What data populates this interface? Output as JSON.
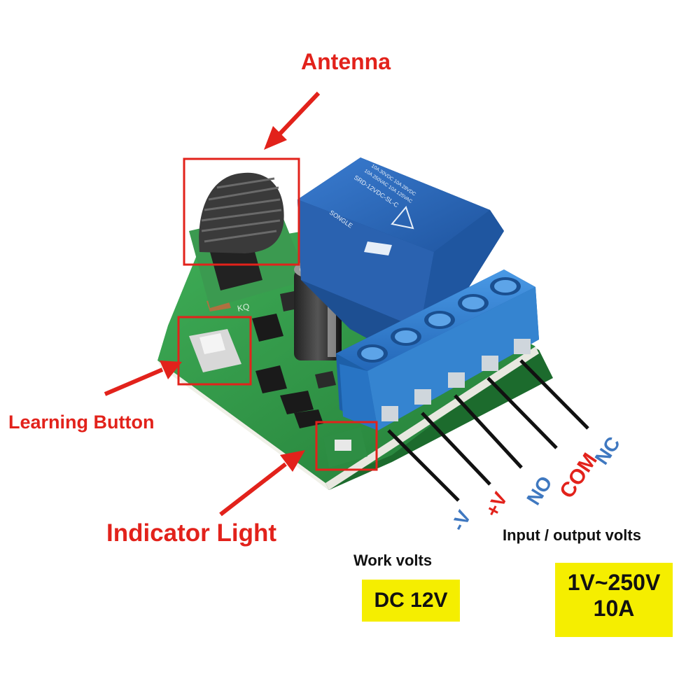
{
  "callouts": {
    "antenna": "Antenna",
    "learning_button": "Learning Button",
    "indicator_light": "Indicator Light"
  },
  "terminals": {
    "minus_v": "-V",
    "plus_v": "+V",
    "no": "NO",
    "com": "COM",
    "nc": "NC"
  },
  "power": {
    "work_label": "Work volts",
    "work_value": "DC 12V",
    "io_label": "Input / output volts",
    "io_value_line1": "1V~250V",
    "io_value_line2": "10A"
  },
  "relay_marking": {
    "brand": "SONGLE",
    "model": "SRD-12VDC-SL-C",
    "rating1": "10A 250VAC 10A 125VAC",
    "rating2": "10A 30VDC 10A 28VDC"
  },
  "board_marking": "KQ",
  "colors": {
    "callout_red": "#e2221b",
    "terminal_blue": "#3f78c0",
    "terminal_red": "#e2221b",
    "highlight_yellow": "#f5ee00",
    "pcb_green": "#2f9a46",
    "relay_blue": "#2b68b8",
    "terminal_block_blue": "#2f7fd0"
  }
}
